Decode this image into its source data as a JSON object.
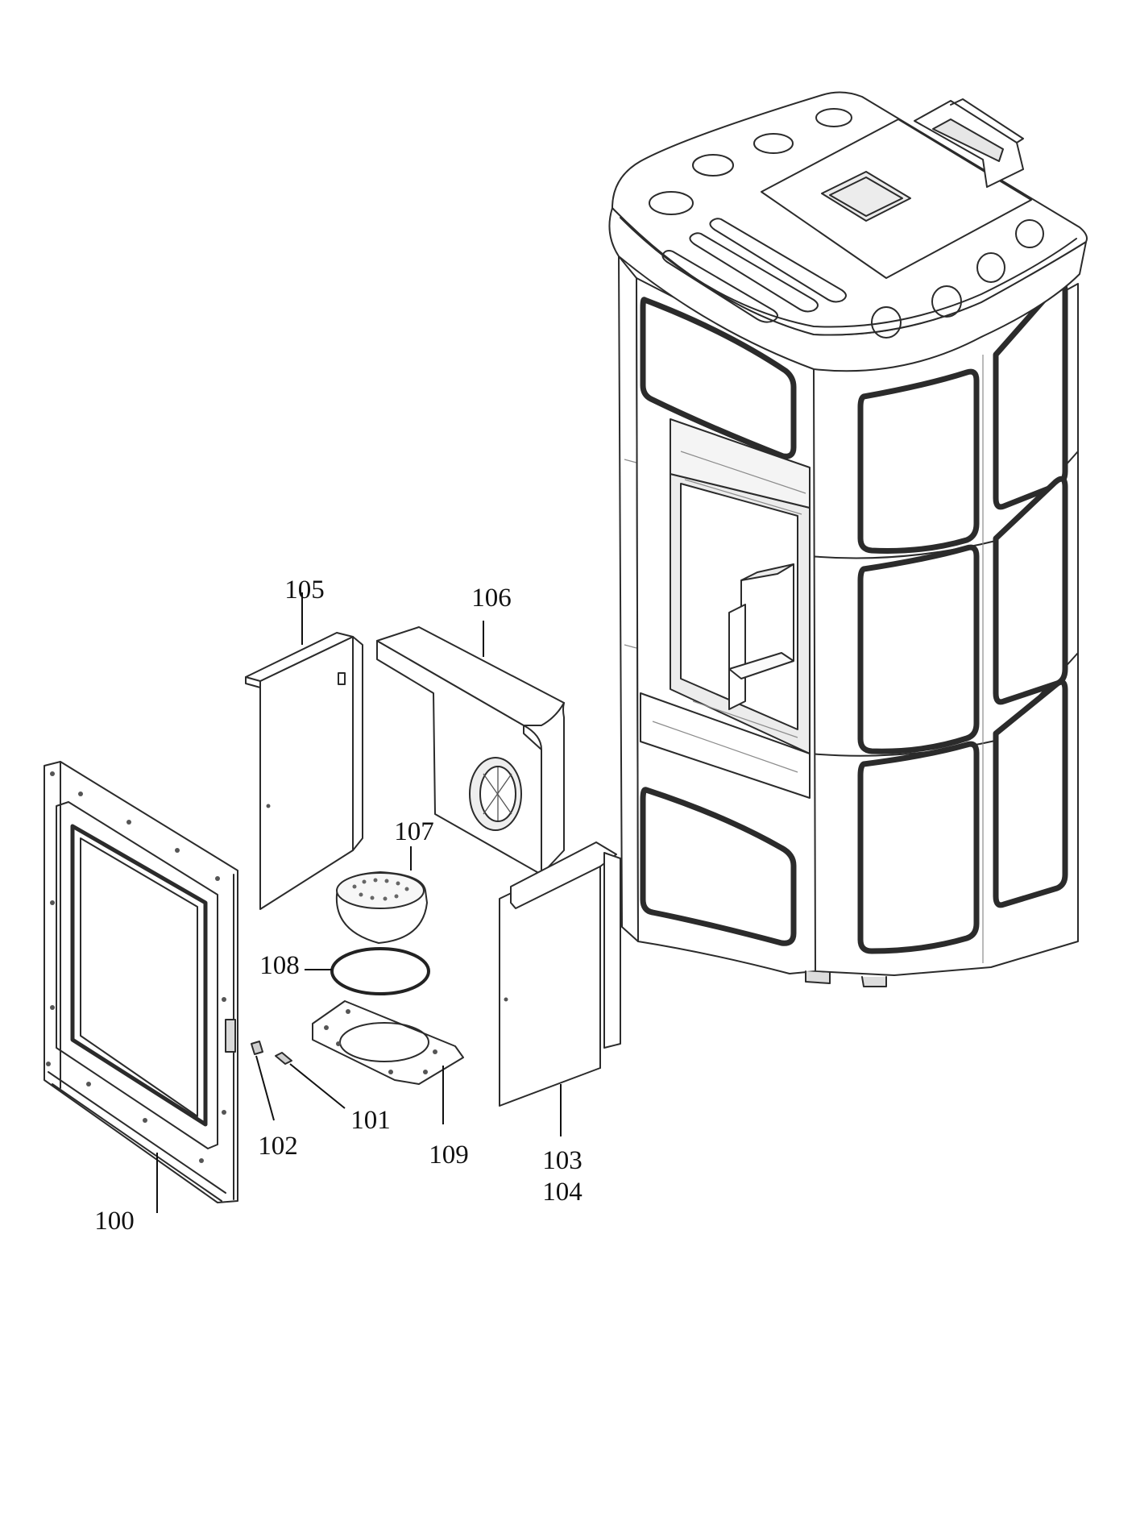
{
  "diagram": {
    "callouts": {
      "c100": "100",
      "c101": "101",
      "c102": "102",
      "c103": "103",
      "c104": "104",
      "c105": "105",
      "c106": "106",
      "c107": "107",
      "c108": "108",
      "c109": "109"
    }
  }
}
